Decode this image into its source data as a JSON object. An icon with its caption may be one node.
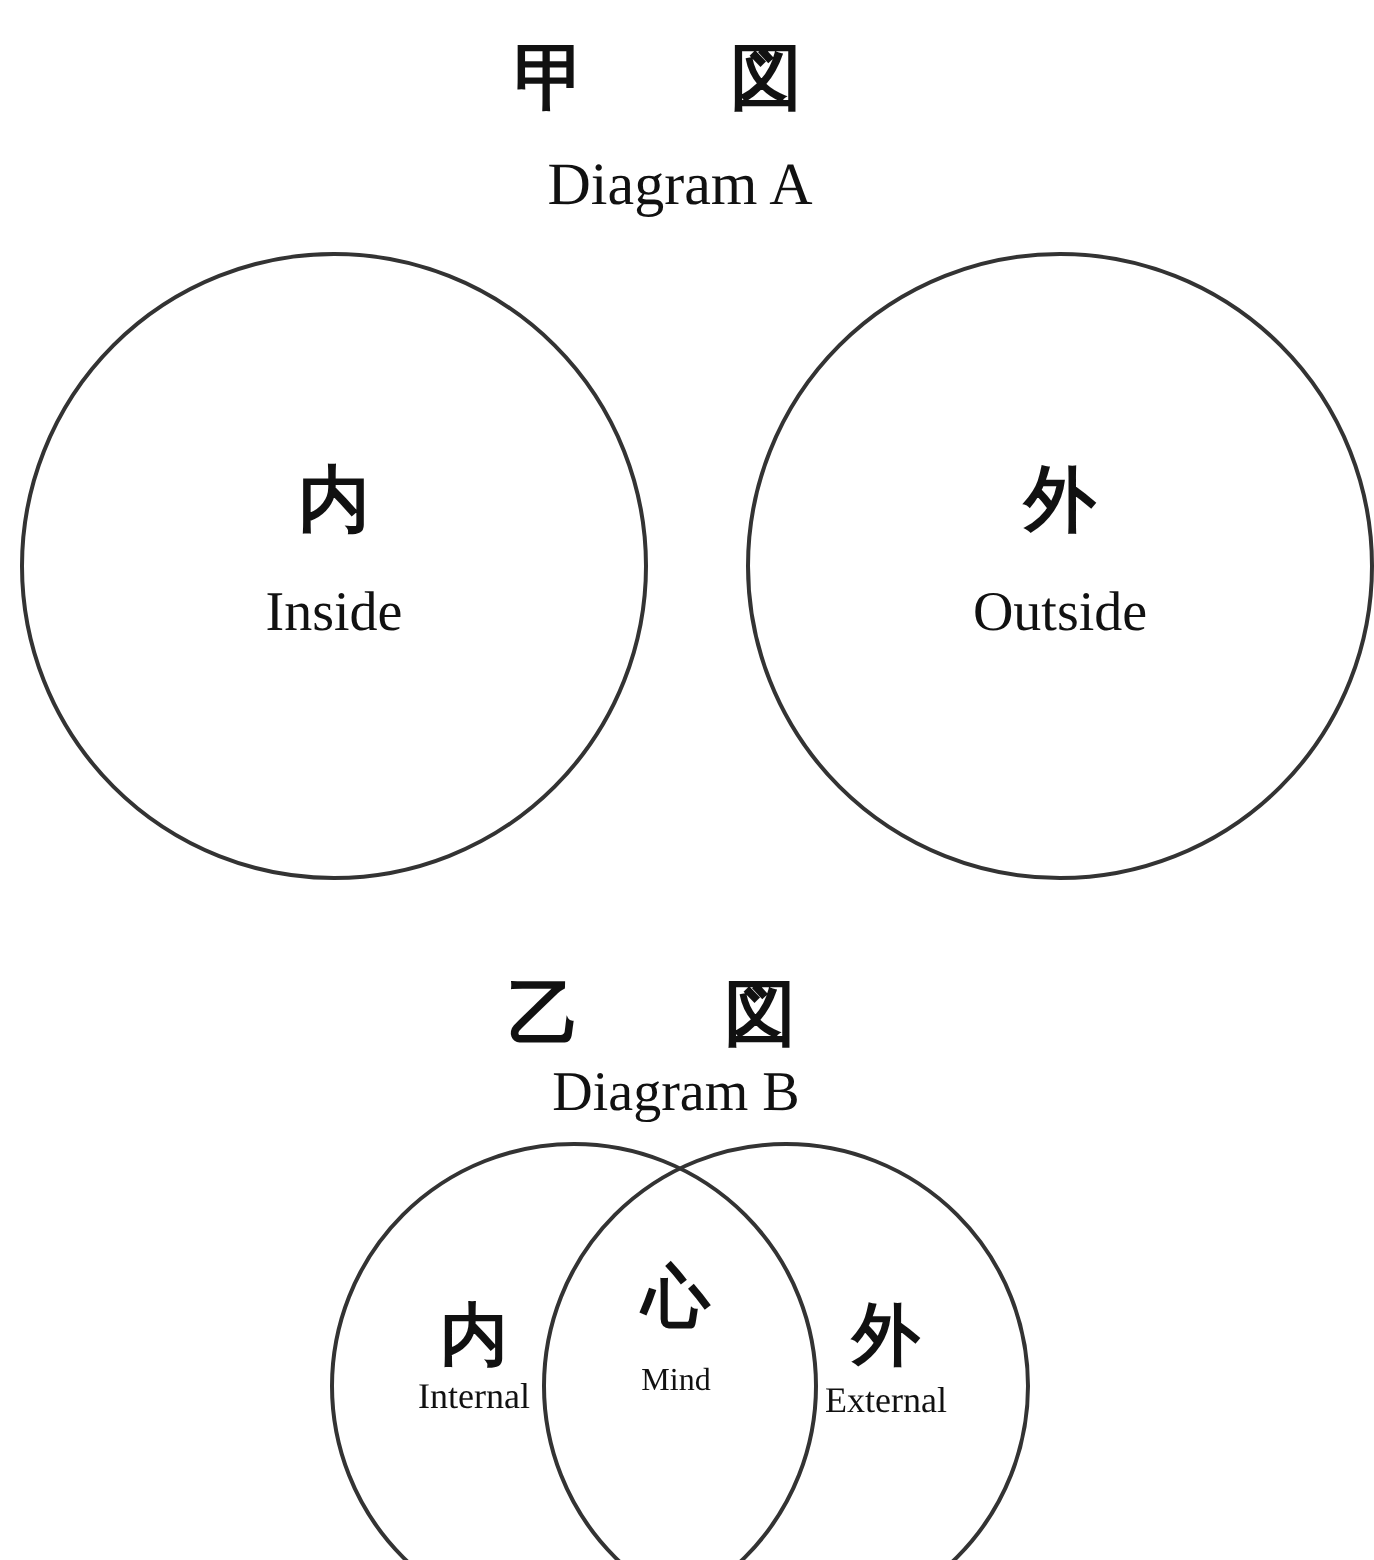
{
  "diagram": {
    "nodes": [
      {
        "text": [
          "内",
          "Inside"
        ]
      },
      {
        "text": [
          "外",
          "Outside"
        ]
      },
      {
        "text": [
          "内",
          "Internal"
        ]
      },
      {
        "text": [
          "外",
          "External"
        ]
      }
    ],
    "labels": [
      "甲　図",
      "Diagram A",
      "乙　図",
      "Diagram B",
      "心",
      "Mind"
    ]
  }
}
